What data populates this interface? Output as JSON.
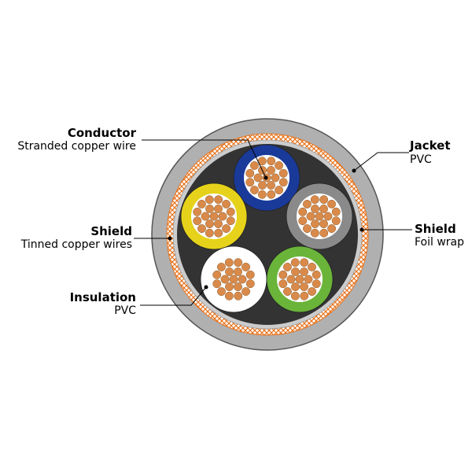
{
  "colors": {
    "jacket": "#b0b0b0",
    "jacket_edge": "#555555",
    "shield_braid": "#e8741e",
    "foil": "#cccccc",
    "filler": "#333333",
    "copper": "#d98a4a",
    "copper_edge": "#8a5a2a",
    "insulation_blue": "#1a3a9a",
    "insulation_gray": "#8a8a8a",
    "insulation_yellow": "#e6d21a",
    "insulation_white": "#ffffff",
    "insulation_green": "#6ab43a"
  },
  "labels": {
    "conductor": {
      "title": "Conductor",
      "sub": "Stranded copper wire"
    },
    "shield_braid": {
      "title": "Shield",
      "sub": "Tinned copper wires"
    },
    "insulation": {
      "title": "Insulation",
      "sub": "PVC"
    },
    "jacket": {
      "title": "Jacket",
      "sub": "PVC"
    },
    "shield_foil": {
      "title": "Shield",
      "sub": "Foil wrap"
    }
  }
}
